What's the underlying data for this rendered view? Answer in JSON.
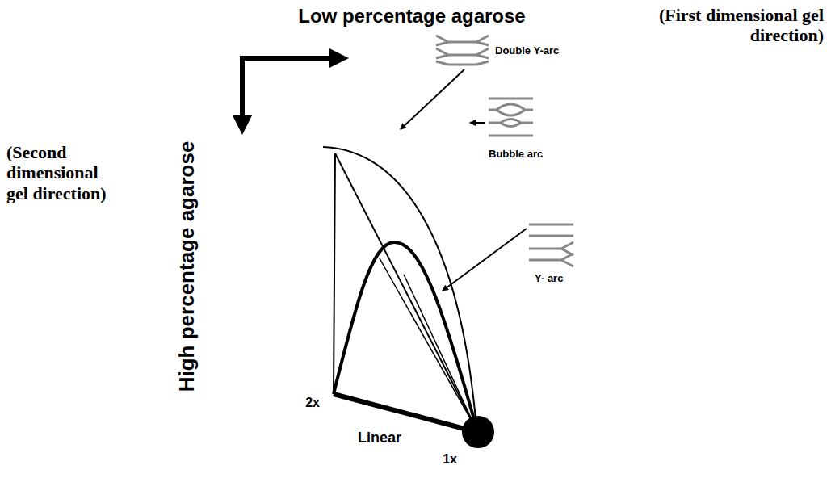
{
  "diagram": {
    "labels": [
      "Low percentage agarose",
      "(First dimensional gel direction)",
      "High percentage agarose",
      "(Second dimensional gel direction)",
      "Double Y-arc",
      "Bubble arc",
      "Y- arc",
      "2x",
      "Linear",
      "1x"
    ]
  }
}
